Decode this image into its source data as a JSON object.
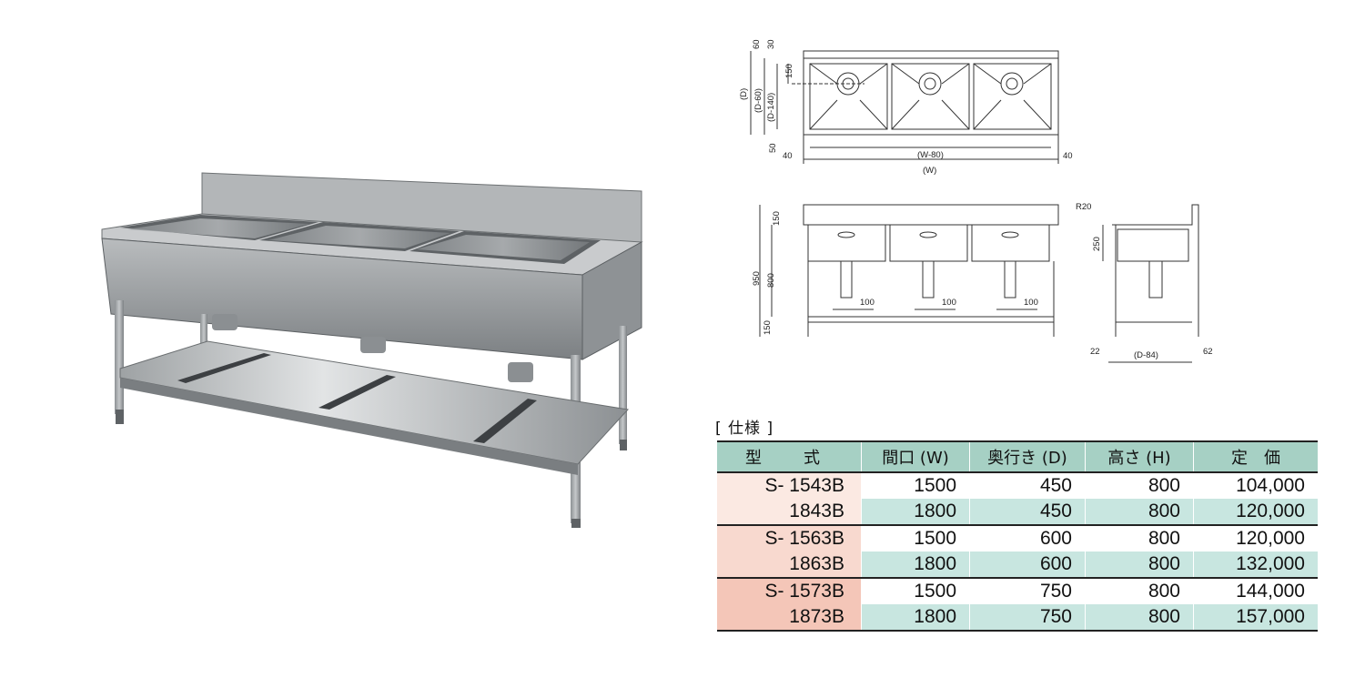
{
  "drawing_labels": {
    "top_view": {
      "d60_top": "60",
      "d30_top": "30",
      "d150": "150",
      "d_D": "(D)",
      "d_D60": "(D-60)",
      "d_D140": "(D-140)",
      "d50": "50",
      "d40_left": "40",
      "d40_right": "40",
      "d_W80": "(W-80)",
      "d_W": "(W)"
    },
    "front_view": {
      "d150_top": "150",
      "d950": "950",
      "d800": "800",
      "d150_bottom": "150",
      "d100_a": "100",
      "d100_b": "100",
      "d100_c": "100"
    },
    "side_view": {
      "r20": "R20",
      "d250": "250",
      "d22": "22",
      "d_D84": "(D-84)",
      "d62": "62"
    }
  },
  "spec": {
    "title": "[ 仕様 ]",
    "headers": [
      "型　式",
      "間口 (W)",
      "奥行き (D)",
      "高さ (H)",
      "定　価"
    ],
    "rows": [
      [
        "S- 1543B",
        "1500",
        "450",
        "800",
        "104,000"
      ],
      [
        "1843B",
        "1800",
        "450",
        "800",
        "120,000"
      ],
      [
        "S- 1563B",
        "1500",
        "600",
        "800",
        "120,000"
      ],
      [
        "1863B",
        "1800",
        "600",
        "800",
        "132,000"
      ],
      [
        "S- 1573B",
        "1500",
        "750",
        "800",
        "144,000"
      ],
      [
        "1873B",
        "1800",
        "750",
        "800",
        "157,000"
      ]
    ]
  }
}
